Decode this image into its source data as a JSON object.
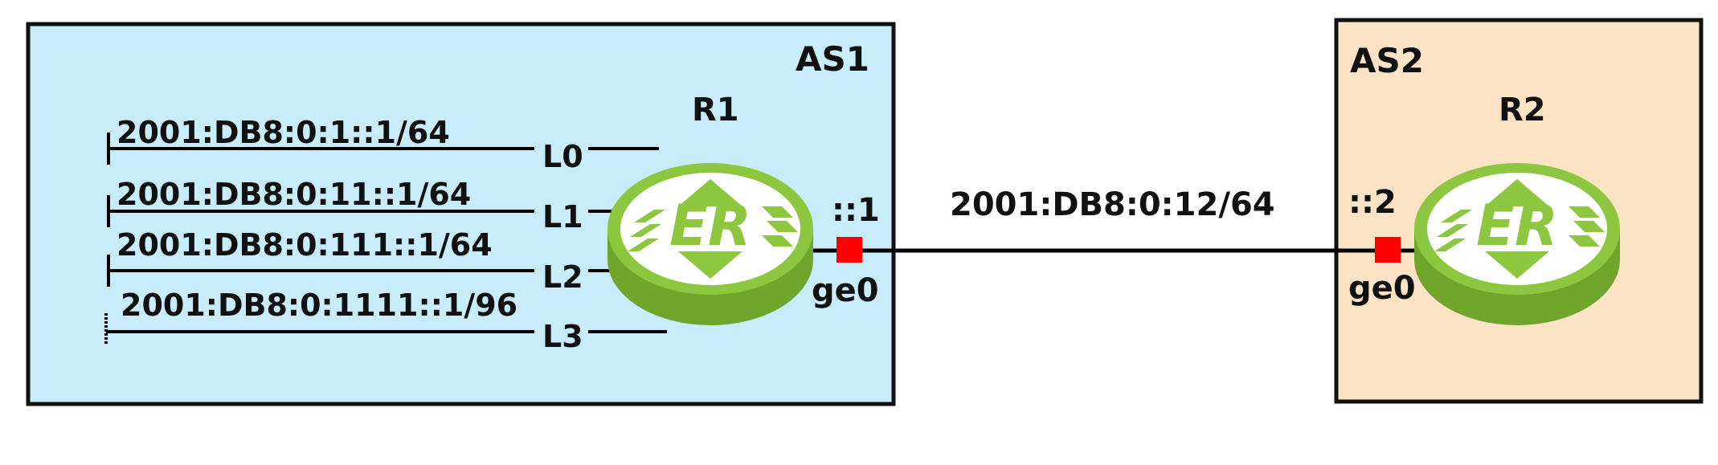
{
  "colors": {
    "as1_fill": "#c8ecfa",
    "as2_fill": "#fce3c6",
    "router_green": "#8dc63f",
    "router_dark_green": "#6fa52b",
    "port_red": "#ff0000",
    "line": "#000000"
  },
  "as1": {
    "label": "AS1"
  },
  "as2": {
    "label": "AS2"
  },
  "r1": {
    "label": "R1",
    "icon": "router-er-icon",
    "loopbacks": [
      {
        "name": "L0",
        "address": "2001:DB8:0:1::1/64"
      },
      {
        "name": "L1",
        "address": "2001:DB8:0:11::1/64"
      },
      {
        "name": "L2",
        "address": "2001:DB8:0:111::1/64"
      },
      {
        "name": "L3",
        "address": "2001:DB8:0:1111::1/96"
      }
    ],
    "interface": {
      "name": "ge0",
      "host": "::1"
    }
  },
  "r2": {
    "label": "R2",
    "icon": "router-er-icon",
    "interface": {
      "name": "ge0",
      "host": "::2"
    }
  },
  "link": {
    "network": "2001:DB8:0:12/64"
  }
}
